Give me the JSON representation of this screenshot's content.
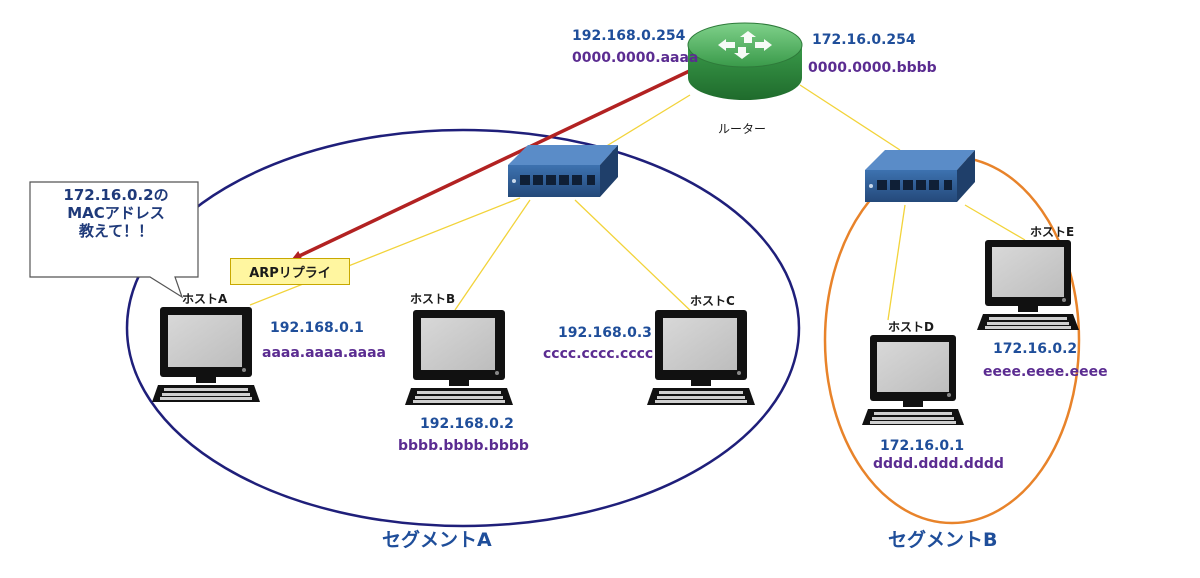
{
  "router": {
    "label": "ルーター",
    "left_ip": "192.168.0.254",
    "left_mac": "0000.0000.aaaa",
    "right_ip": "172.16.0.254",
    "right_mac": "0000.0000.bbbb"
  },
  "segments": [
    {
      "label": "セグメントA",
      "color": "#1f1f7a"
    },
    {
      "label": "セグメントB",
      "color": "#e8832a"
    }
  ],
  "hosts": [
    {
      "label": "ホストA",
      "ip": "192.168.0.1",
      "mac": "aaaa.aaaa.aaaa"
    },
    {
      "label": "ホストB",
      "ip": "192.168.0.2",
      "mac": "bbbb.bbbb.bbbb"
    },
    {
      "label": "ホストC",
      "ip": "192.168.0.3",
      "mac": "cccc.cccc.cccc"
    },
    {
      "label": "ホストD",
      "ip": "172.16.0.1",
      "mac": "dddd.dddd.dddd"
    },
    {
      "label": "ホストE",
      "ip": "172.16.0.2",
      "mac": "eeee.eeee.eeee"
    }
  ],
  "speech_bubble": {
    "text": "172.16.0.2の\nMACアドレス\n教えて！！"
  },
  "arp_reply": {
    "label": "ARPリプライ"
  },
  "colors": {
    "arrow": "#b22222",
    "link": "#f2d33a",
    "ip_text": "#1f4e9a",
    "mac_text": "#5b2c91",
    "router_body": "#3a9a4a",
    "switch_body": "#2f5f9a"
  },
  "icons": {
    "router": "router-icon",
    "switch": "switch-icon",
    "pc": "pc-icon"
  }
}
